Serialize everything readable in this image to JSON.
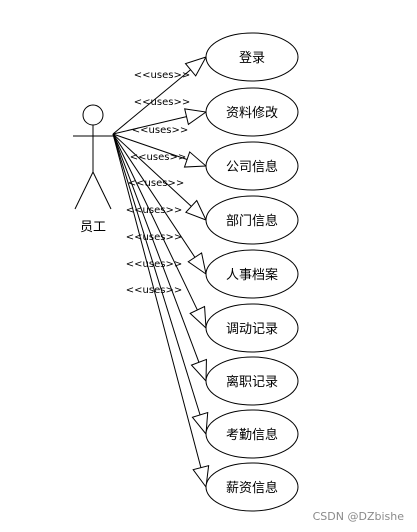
{
  "actor": {
    "name": "员工"
  },
  "stereotype": "<<uses>>",
  "use_cases": [
    {
      "label": "登录"
    },
    {
      "label": "资料修改"
    },
    {
      "label": "公司信息"
    },
    {
      "label": "部门信息"
    },
    {
      "label": "人事档案"
    },
    {
      "label": "调动记录"
    },
    {
      "label": "离职记录"
    },
    {
      "label": "考勤信息"
    },
    {
      "label": "薪资信息"
    }
  ],
  "watermark": "CSDN @DZbishe"
}
